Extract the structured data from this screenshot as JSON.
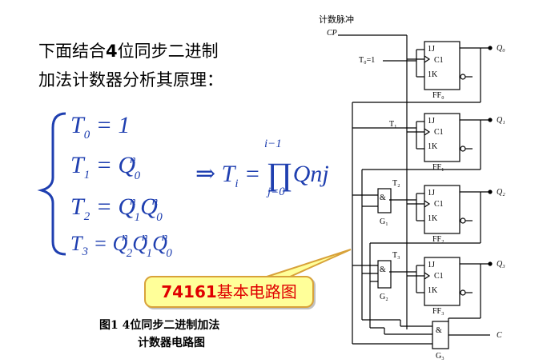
{
  "intro": {
    "line1_a": "下面结合",
    "line1_b": "4",
    "line1_c": "位同步二进制",
    "line2": "加法计数器分析其原理："
  },
  "equations": {
    "t0": "T0 = 1",
    "t1": "T1 = Q0n",
    "t2": "T2 = Q1n Q0n",
    "t3": "T3 = Q2n Q1n Q0n",
    "general": "⇒ Ti = ∏ Qjn",
    "product_upper": "i−1",
    "product_lower": "j=0"
  },
  "callout": {
    "num": "74161",
    "text": "基本电路图"
  },
  "caption": {
    "line1": "图1  4位同步二进制加法",
    "line2": "计数器电路图"
  },
  "circuit": {
    "pulse_label": "计数脉冲",
    "cp": "CP",
    "t0_input": "T₀=1",
    "ff_labels": [
      "FF₀",
      "FF₁",
      "FF₂",
      "FF₃"
    ],
    "outputs": [
      "Q₀",
      "Q₁",
      "Q₂",
      "Q₃"
    ],
    "carry": "C",
    "gates": [
      "G₁",
      "G₂",
      "G₃"
    ],
    "t_labels": [
      "T₁",
      "T₂",
      "T₃"
    ],
    "pin_j": "1J",
    "pin_c": "C1",
    "pin_k": "1K",
    "and_symbol": "&"
  }
}
